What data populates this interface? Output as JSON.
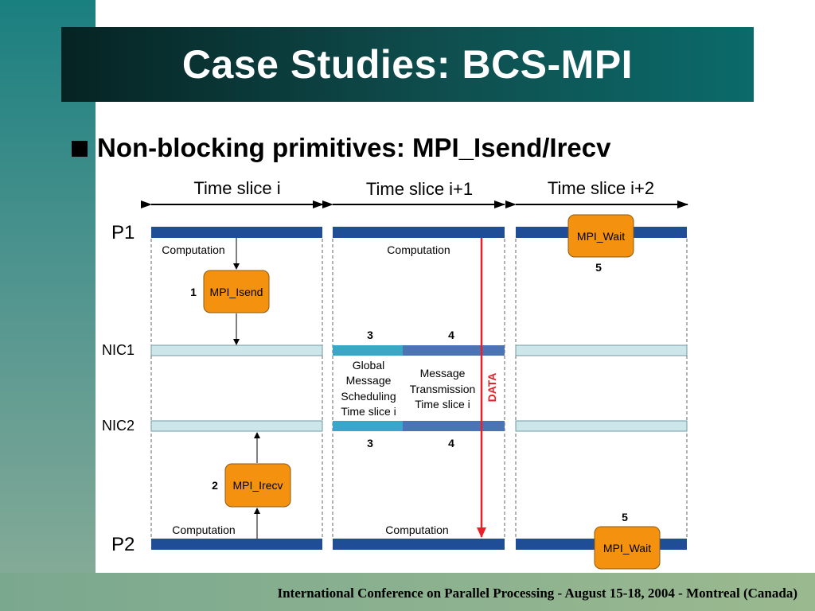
{
  "slide": {
    "title": "Case Studies: BCS-MPI",
    "bullet": "Non-blocking primitives: MPI_Isend/Irecv",
    "footer": "International Conference on Parallel Processing - August 15-18, 2004 - Montreal (Canada)"
  },
  "diagram": {
    "time_slices": [
      "Time slice i",
      "Time slice i+1",
      "Time slice i+2"
    ],
    "rows": {
      "p1": "P1",
      "nic1": "NIC1",
      "nic2": "NIC2",
      "p2": "P2"
    },
    "computation_label": "Computation",
    "primitives": {
      "isend": "MPI_Isend",
      "irecv": "MPI_Irecv",
      "wait_p1": "MPI_Wait",
      "wait_p2": "MPI_Wait"
    },
    "step_numbers": {
      "isend": "1",
      "irecv": "2",
      "global_top": "3",
      "global_bottom": "3",
      "transmission_top": "4",
      "transmission_bottom": "4",
      "wait_p1": "5",
      "wait_p2": "5"
    },
    "phases": {
      "global_scheduling": [
        "Global",
        "Message",
        "Scheduling",
        "Time slice i"
      ],
      "message_transmission": [
        "Message",
        "Transmission",
        "Time slice i"
      ]
    },
    "data_label": "DATA",
    "colors": {
      "process_bar": "#1f4e96",
      "nic_bar": "#cde6ea",
      "global_phase": "#3aa6c8",
      "transmission_phase": "#4a74b4",
      "primitive_box": "#f4920f",
      "data_arrow": "#e8202a",
      "title_bar": "#0b4a4a"
    }
  }
}
